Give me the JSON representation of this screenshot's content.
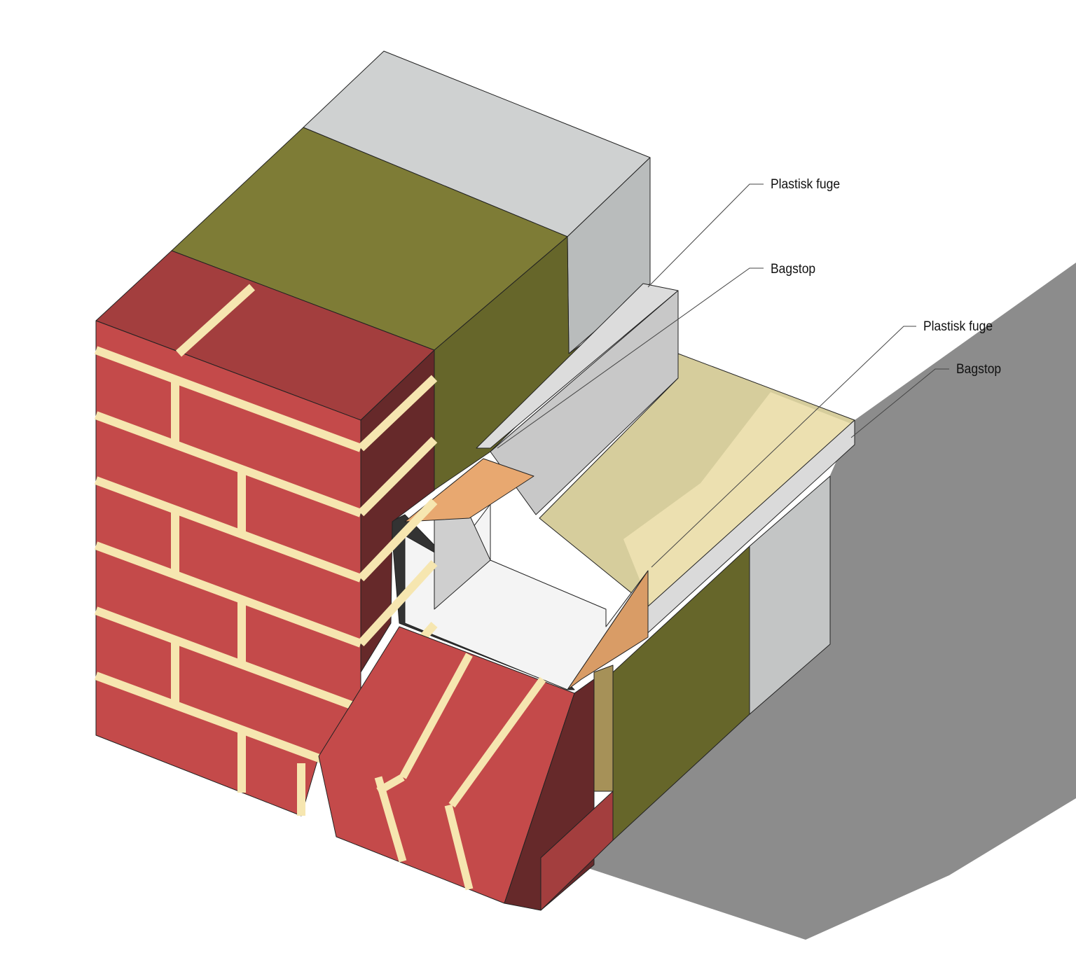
{
  "labels": [
    {
      "id": "plastisk-fuge-upper",
      "text": "Plastisk fuge"
    },
    {
      "id": "bagstop-upper",
      "text": "Bagstop"
    },
    {
      "id": "plastisk-fuge-lower",
      "text": "Plastisk fuge"
    },
    {
      "id": "bagstop-lower",
      "text": "Bagstop"
    }
  ],
  "colors": {
    "brick": "#c44a4a",
    "brick_dark": "#66292a",
    "brick_top": "#a33e3e",
    "mortar": "#f6e6b0",
    "insulation": "#7c7a33",
    "insulation_dark": "#66662a",
    "concrete": "#c9cbcb",
    "timber": "#e8a870",
    "floor_insulation": "#d8cfa0",
    "shadow": "#8c8c8c"
  }
}
